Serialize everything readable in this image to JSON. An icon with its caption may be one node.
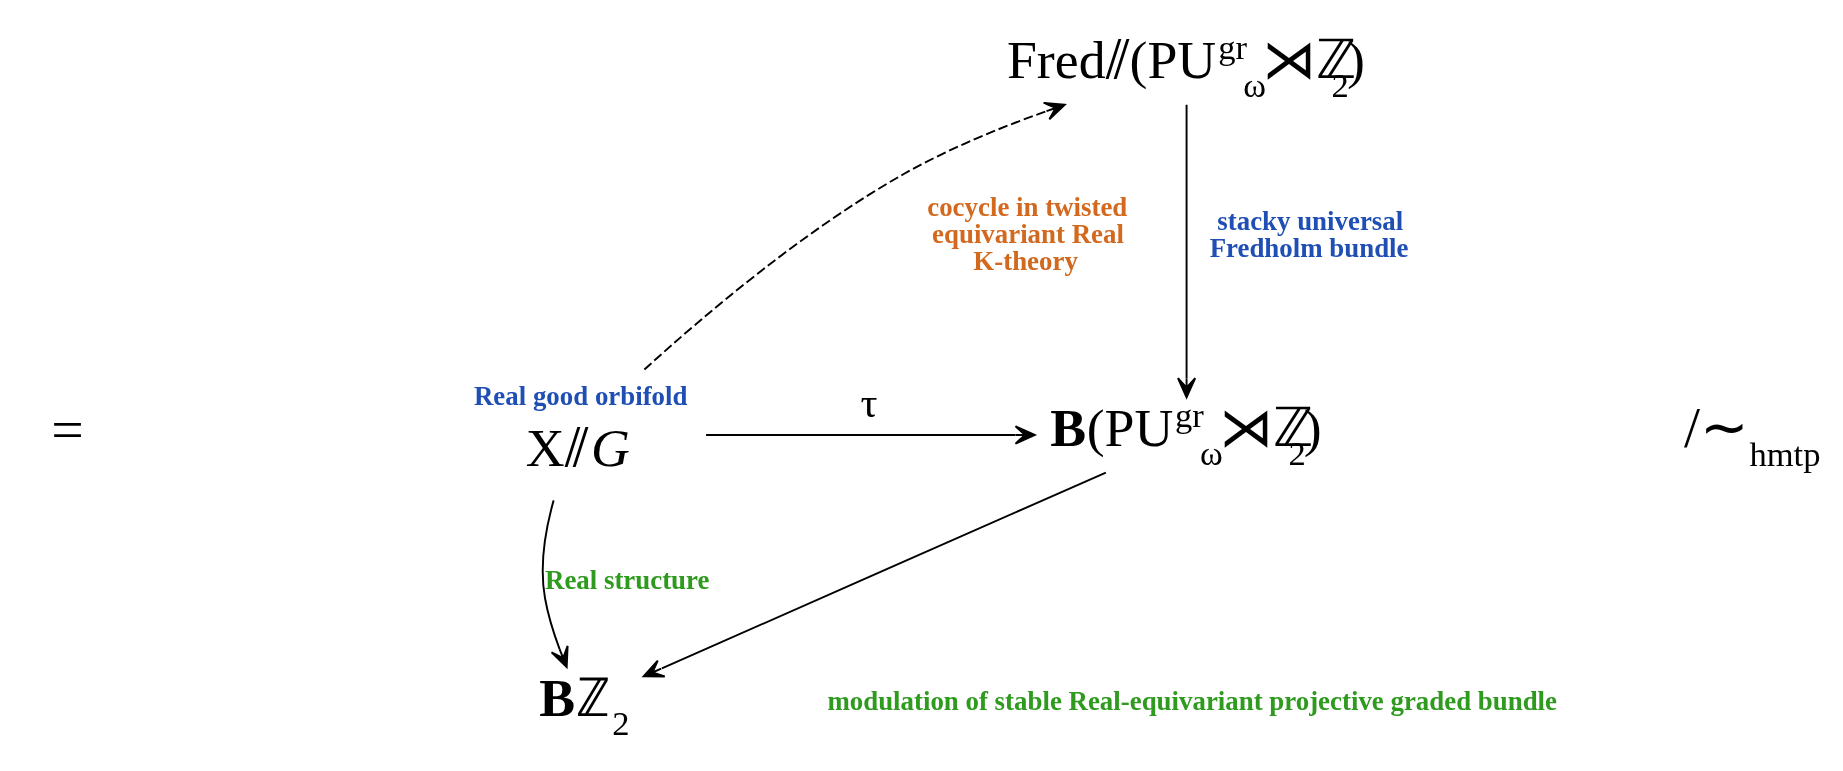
{
  "diagram": {
    "nodes": [
      {
        "text": [
          "X⫽*G*"
        ],
        "beside": [
          "Real good orbifold"
        ]
      },
      {
        "text": [
          "Fred⫽(PU$^{gr}$$_{ω}$⋊ℤ$_{2}$)"
        ]
      },
      {
        "text": [
          "**B**(PU$^{gr}$$_{ω}$⋊ℤ$_{2}$)"
        ]
      },
      {
        "text": [
          "**B**ℤ$_{2}$"
        ]
      }
    ],
    "edges": [
      {
        "from": 0,
        "to": 1,
        "arrow": "to",
        "style": "dashed",
        "label": "cocycle in twisted equivariant Real K-theory"
      },
      {
        "from": 1,
        "to": 2,
        "arrow": "to",
        "label": "stacky universal Fredholm bundle"
      },
      {
        "from": 0,
        "to": 2,
        "arrow": "to",
        "label": "τ"
      },
      {
        "from": 0,
        "to": 3,
        "arrow": "to",
        "label": "Real structure"
      },
      {
        "from": 2,
        "to": 3,
        "arrow": "to"
      }
    ],
    "labels": [
      "=",
      "modulation of stable Real-equivariant projective graded bundle",
      "/∼$_{hmtp}$"
    ]
  }
}
